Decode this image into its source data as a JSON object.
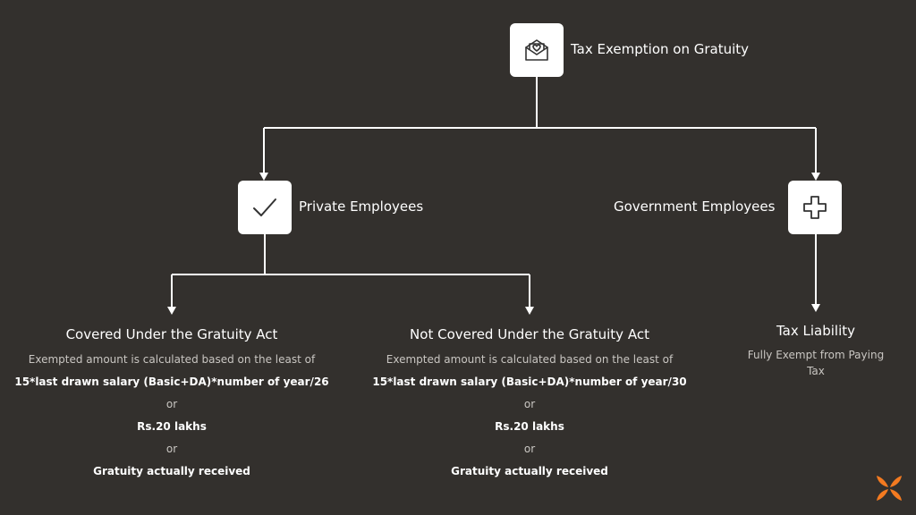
{
  "root": {
    "label": "Tax Exemption on Gratuity",
    "icon": "heart-envelope-icon"
  },
  "private": {
    "label": "Private Employees",
    "icon": "checkmark-icon"
  },
  "government": {
    "label": "Government Employees",
    "icon": "plus-icon"
  },
  "covered": {
    "title": "Covered Under the Gratuity Act",
    "intro": "Exempted amount is calculated based on the least of",
    "formula": "15*last drawn salary (Basic+DA)*number of year/26",
    "or1": "or",
    "cap": "Rs.20 lakhs",
    "or2": "or",
    "actual": "Gratuity actually received"
  },
  "not_covered": {
    "title": "Not Covered Under the Gratuity Act",
    "intro": "Exempted amount is calculated based on the least of",
    "formula": "15*last drawn salary (Basic+DA)*number of year/30",
    "or1": "or",
    "cap": "Rs.20 lakhs",
    "or2": "or",
    "actual": "Gratuity actually received"
  },
  "tax_liability": {
    "title": "Tax Liability",
    "line1": "Fully Exempt from Paying",
    "line2": "Tax"
  },
  "logo": {
    "icon": "butterfly-logo-icon",
    "color": "#f47a20"
  },
  "colors": {
    "background": "#33302d",
    "connector": "#ffffff",
    "accent": "#f47a20"
  }
}
